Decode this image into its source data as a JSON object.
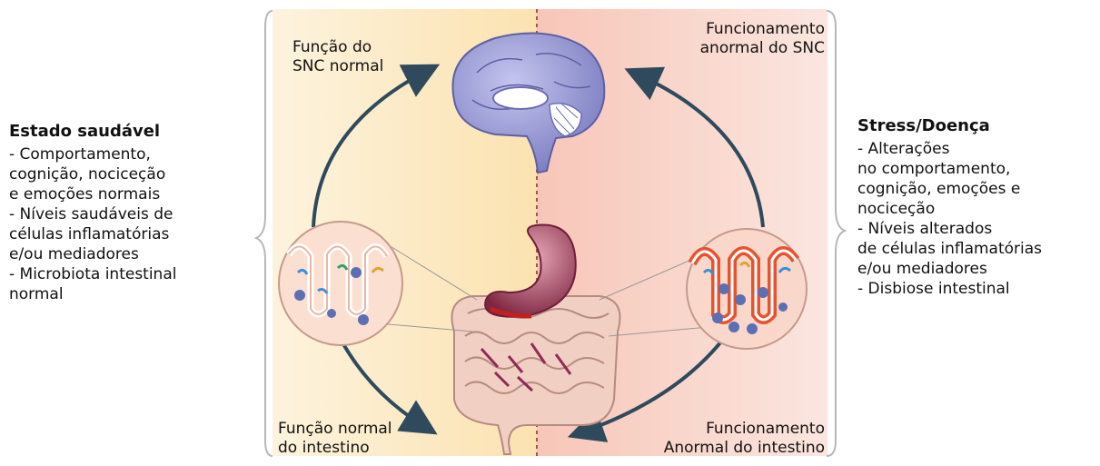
{
  "healthy_state": {
    "title": "Estado saudável",
    "lines": [
      "- Comportamento,",
      "cognição, nociceção",
      "e emoções normais",
      "- Níveis saudáveis de",
      "células inflamatórias",
      "e/ou mediadores",
      "- Microbiota intestinal",
      "normal"
    ]
  },
  "disease_state": {
    "title": "Stress/Doença",
    "lines": [
      "- Alterações",
      "no comportamento,",
      "cognição, emoções e",
      "nociceção",
      "- Níveis alterados",
      "de células inflamatórias",
      "e/ou mediadores",
      "- Disbiose intestinal"
    ]
  },
  "cycle_labels": {
    "top_left": [
      "Função do",
      "SNC normal"
    ],
    "top_right": [
      "Funcionamento",
      "anormal do SNC"
    ],
    "bottom_left": [
      "Função normal",
      "do intestino"
    ],
    "bottom_right": [
      "Funcionamento",
      "Anormal do intestino"
    ]
  },
  "colors": {
    "healthy_bg": "#fbe7bd",
    "disease_bg": "#f6c9bb",
    "arrow": "#2e4a5c",
    "brain": "#8e8fcf",
    "stomach": "#9b3a55",
    "intestine": "#f2d2c8"
  }
}
